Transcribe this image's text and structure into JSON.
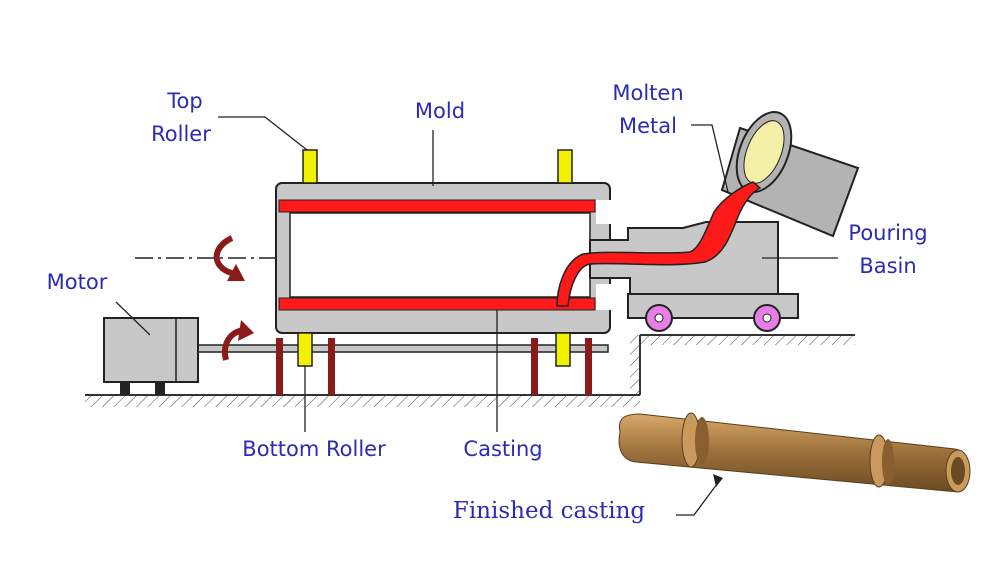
{
  "labels": {
    "top_roller_1": "Top",
    "top_roller_2": "Roller",
    "mold": "Mold",
    "molten_metal_1": "Molten",
    "molten_metal_2": "Metal",
    "pouring_basin_1": "Pouring",
    "pouring_basin_2": "Basin",
    "motor": "Motor",
    "bottom_roller": "Bottom Roller",
    "casting": "Casting",
    "finished_casting": "Finished casting"
  },
  "colors": {
    "label_text": "#2b2bb3",
    "mold_gray": "#c8c8c8",
    "outline": "#222222",
    "molten_red": "#ff1a1a",
    "roller_yellow": "#f2f200",
    "support_red": "#8b1a1a",
    "rotation_arrow": "#8b1a1a",
    "wheel_pink": "#e67ee6",
    "ladle_gray": "#b3b3b3",
    "ladle_inner": "#f5f0a8",
    "finished_bronze": "#a0743f"
  }
}
